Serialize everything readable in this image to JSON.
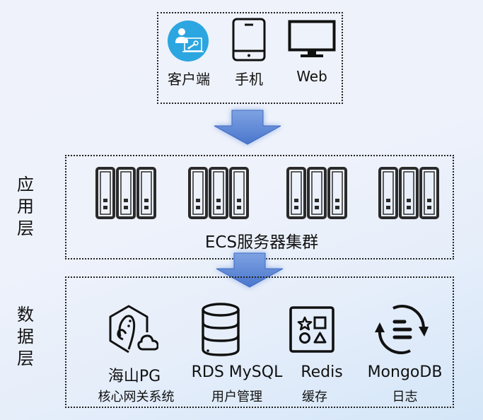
{
  "colors": {
    "arrow": "#5b86d6",
    "client_icon_bg": "#2ca6e0",
    "stroke": "#222222"
  },
  "clients": {
    "items": [
      {
        "label": "客户端",
        "icon": "client-desktop-icon"
      },
      {
        "label": "手机",
        "icon": "mobile-phone-icon"
      },
      {
        "label": "Web",
        "icon": "monitor-icon"
      }
    ]
  },
  "app_layer": {
    "label": "应\n用\n层",
    "chars": [
      "应",
      "用",
      "层"
    ],
    "cluster_label": "ECS服务器集群",
    "server_groups": 4
  },
  "data_layer": {
    "chars": [
      "数",
      "据",
      "层"
    ],
    "items": [
      {
        "name": "海山PG",
        "desc": "核心网关系统",
        "icon": "hybrid-cloud-database-icon"
      },
      {
        "name": "RDS MySQL",
        "desc": "用户管理",
        "icon": "database-icon"
      },
      {
        "name": "Redis",
        "desc": "缓存",
        "icon": "shapes-cache-icon"
      },
      {
        "name": "MongoDB",
        "desc": "日志",
        "icon": "log-sync-icon"
      }
    ]
  }
}
